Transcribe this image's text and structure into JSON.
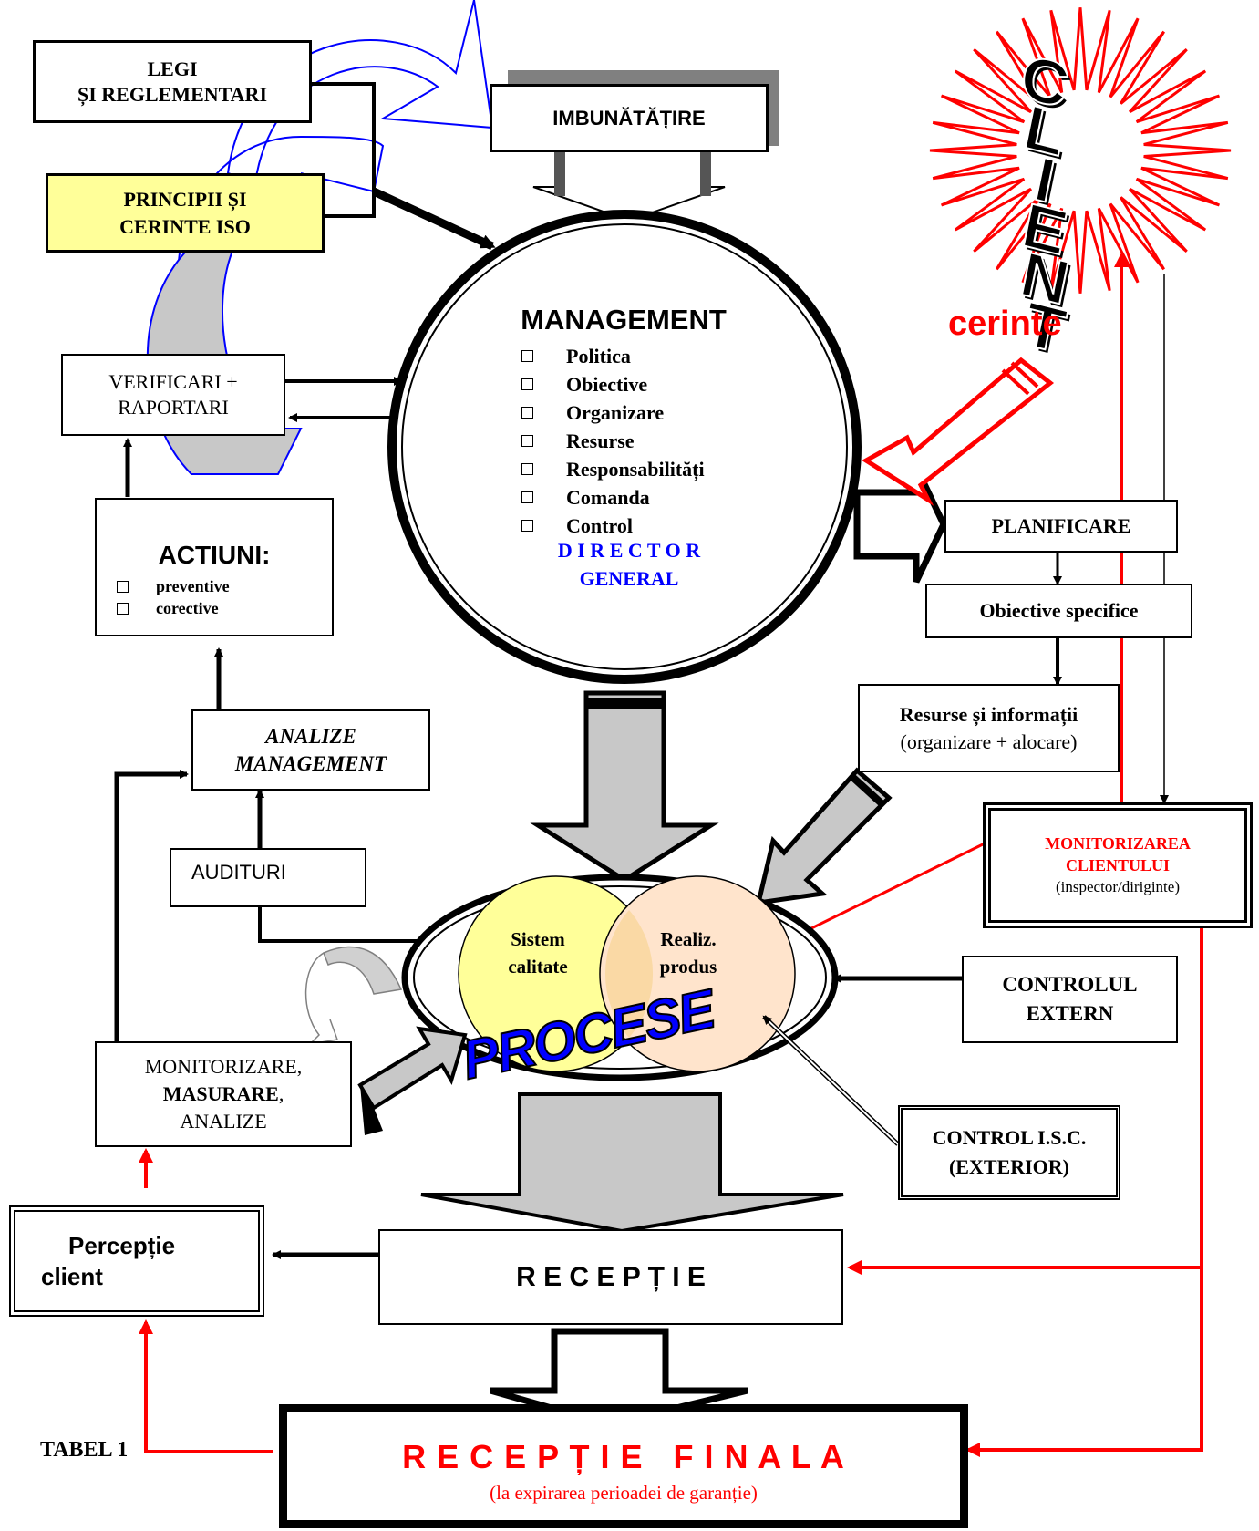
{
  "boxes": {
    "legi": "LEGI\nȘI REGLEMENTARI",
    "principii_1": "PRINCIPII ȘI",
    "principii_2": "CERINTE ISO",
    "imbunatatire": "IMBUNĂTĂȚIRE",
    "verificari_1": "VERIFICARI +",
    "verificari_2": "RAPORTARI",
    "actiuni_title": "ACTIUNI:",
    "actiuni_items": [
      "preventive",
      "corective"
    ],
    "analize_1": "ANALIZE",
    "analize_2": "MANAGEMENT",
    "audituri": "AUDITURI",
    "monitorizare_1": "MONITORIZARE,",
    "monitorizare_2": "MASURARE",
    "monitorizare_2b": ",",
    "monitorizare_3": "ANALIZE",
    "perceptie_1": "Percepție",
    "perceptie_2": "client",
    "receptie": "R E C E P Ț I E",
    "receptie_finala": "R E C E P Ț I E   F I N A L A",
    "receptie_finala_sub": "(la expirarea perioadei de garanție)",
    "tabel": "TABEL 1",
    "planificare": "PLANIFICARE",
    "obiective_specifice": "Obiective specifice",
    "resurse_1": "Resurse și informații",
    "resurse_2": "(organizare + alocare)",
    "monitorizarea_1": "MONITORIZAREA",
    "monitorizarea_2": "CLIENTULUI",
    "monitorizarea_3": "(inspector/diriginte)",
    "controlul_extern_1": "CONTROLUL",
    "controlul_extern_2": "EXTERN",
    "control_isc_1": "CONTROL I.S.C.",
    "control_isc_2": "(EXTERIOR)"
  },
  "management": {
    "title": "MANAGEMENT",
    "items": [
      "Politica",
      "Obiective",
      "Organizare",
      "Resurse",
      "Responsabilități",
      "Comanda",
      "Control"
    ],
    "director_1": "D I R E C T O R",
    "director_2": "GENERAL"
  },
  "procese": {
    "sistem_1": "Sistem",
    "sistem_2": "calitate",
    "realiz_1": "Realiz.",
    "realiz_2": "produs",
    "word": "PROCESE"
  },
  "client": {
    "word": "CLIENT",
    "cerinte": "cerinte"
  },
  "colors": {
    "red": "#ff0000",
    "blue": "#0000ff",
    "gray": "#c8c8c8",
    "yellow_box": "#ffff99",
    "circle_yellow": "#ffff99",
    "circle_peach": "#ffe4cc"
  }
}
